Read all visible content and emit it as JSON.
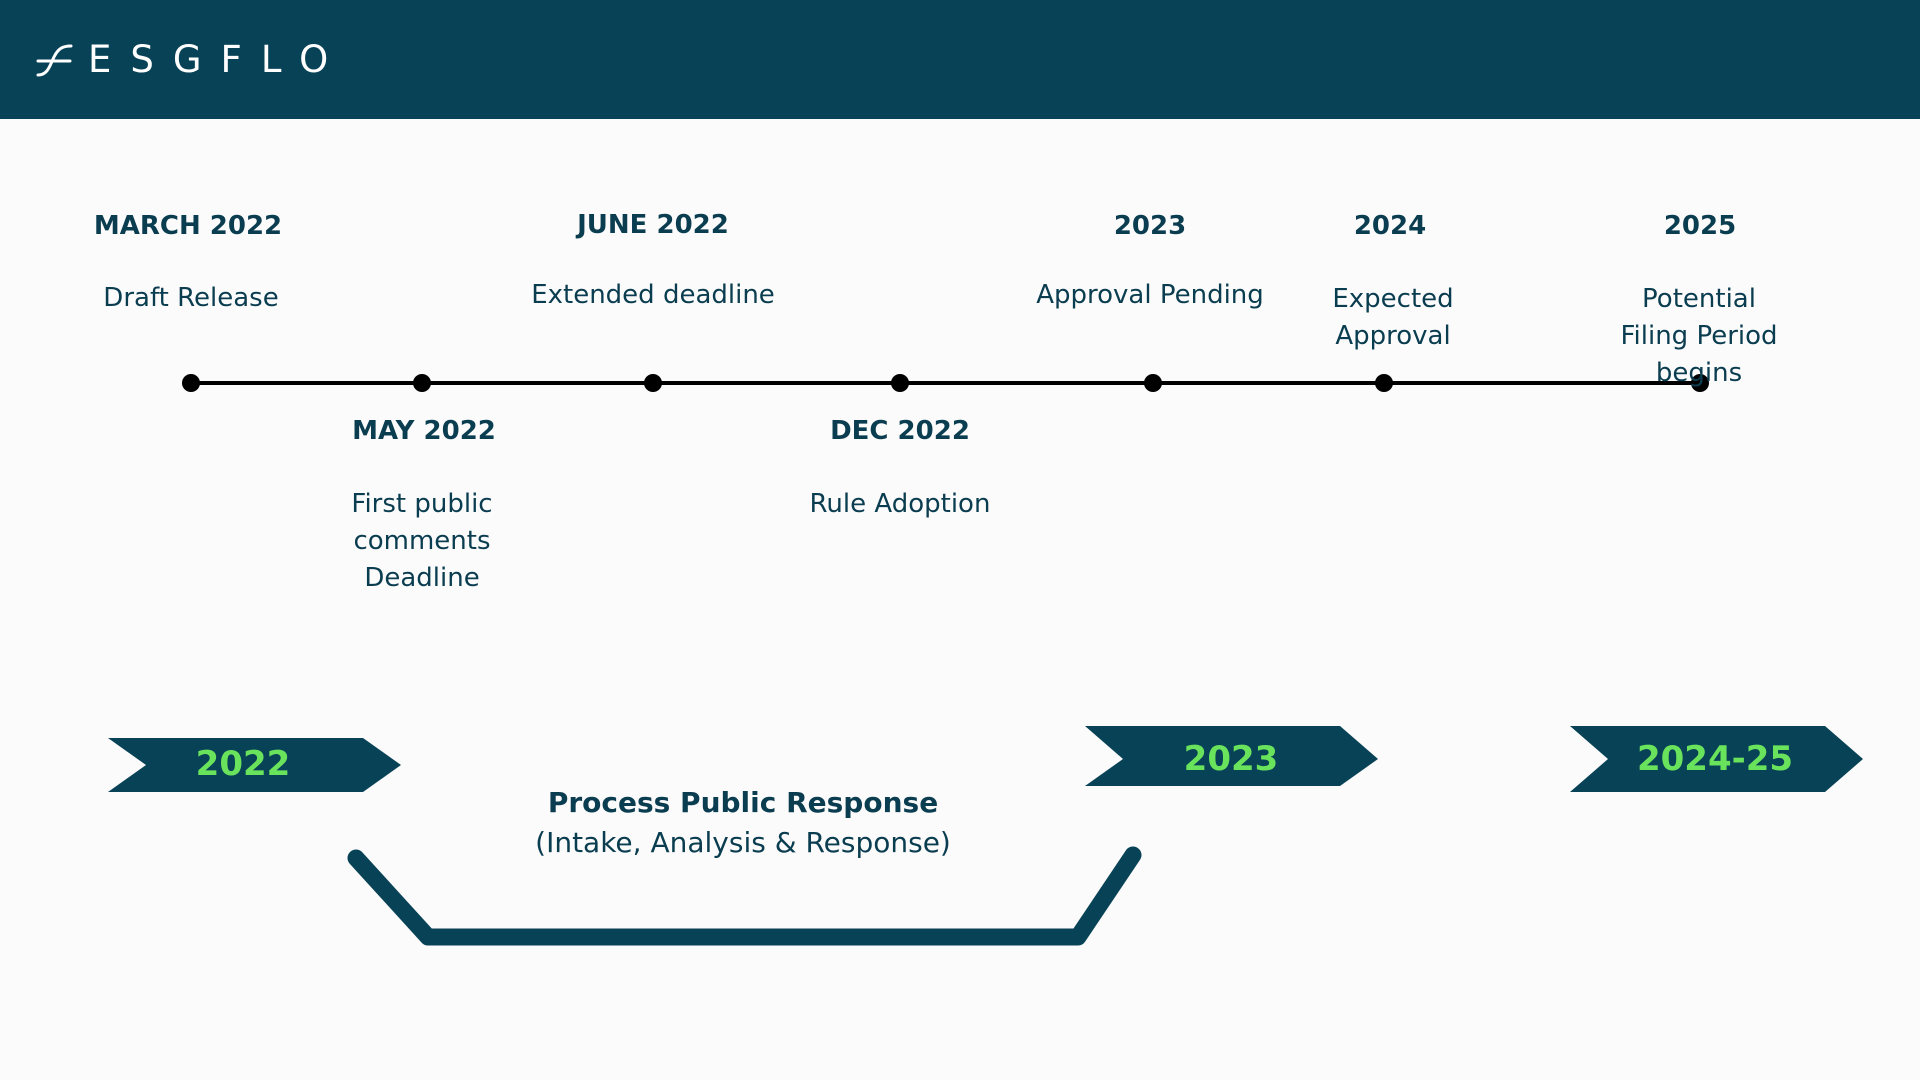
{
  "header": {
    "logo_text": "ESGFLO",
    "logo_icon": "esgflo-logo-mark",
    "background_color": "#084256"
  },
  "timeline": {
    "events": [
      {
        "date": "MARCH 2022",
        "description": "Draft Release"
      },
      {
        "date": "MAY 2022",
        "description": "First public\ncomments\nDeadline"
      },
      {
        "date": "JUNE 2022",
        "description": "Extended deadline"
      },
      {
        "date": "DEC 2022",
        "description": "Rule Adoption"
      },
      {
        "date": "2023",
        "description": "Approval Pending"
      },
      {
        "date": "2024",
        "description": "Expected\nApproval"
      },
      {
        "date": "2025",
        "description": "Potential\nFiling Period begins"
      }
    ]
  },
  "phases": [
    {
      "label": "2022"
    },
    {
      "label": "2023"
    },
    {
      "label": "2024-25"
    }
  ],
  "process": {
    "title": "Process Public Response",
    "subtitle": "(Intake, Analysis & Response)"
  },
  "colors": {
    "primary": "#084256",
    "accent": "#6ae35c",
    "text": "#0b3d50",
    "background": "#fbfbfb"
  }
}
